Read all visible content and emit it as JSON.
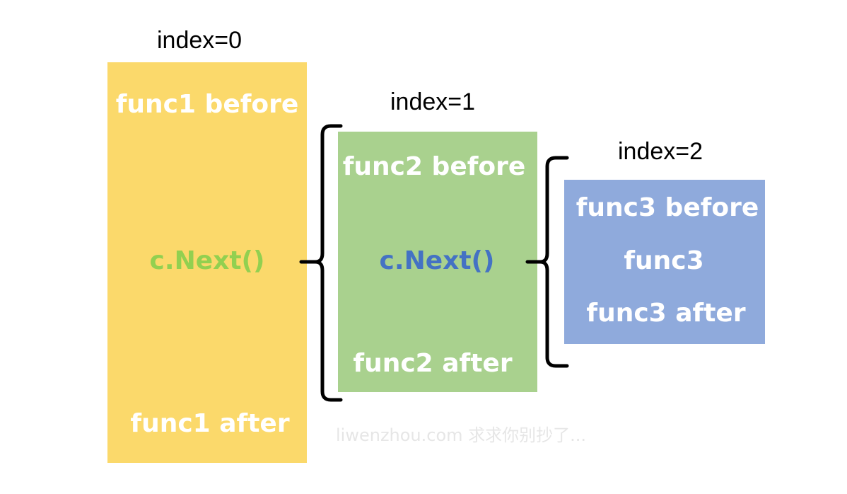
{
  "colors": {
    "level1_box": "#fbd96b",
    "level2_box": "#a9d18e",
    "level3_box": "#8faadc",
    "box_text": "#ffffff",
    "next_call_level1": "#92d050",
    "next_call_level2": "#4472c4",
    "bracket": "#000000",
    "watermark": "#e6e6e6"
  },
  "level1": {
    "index_label": "index=0",
    "before": "func1 before",
    "next_call": "c.Next()",
    "after": "func1 after"
  },
  "level2": {
    "index_label": "index=1",
    "before": "func2 before",
    "next_call": "c.Next()",
    "after": "func2 after"
  },
  "level3": {
    "index_label": "index=2",
    "before": "func3 before",
    "body": "func3",
    "after": "func3 after"
  },
  "watermark": "liwenzhou.com  求求你别抄了..."
}
